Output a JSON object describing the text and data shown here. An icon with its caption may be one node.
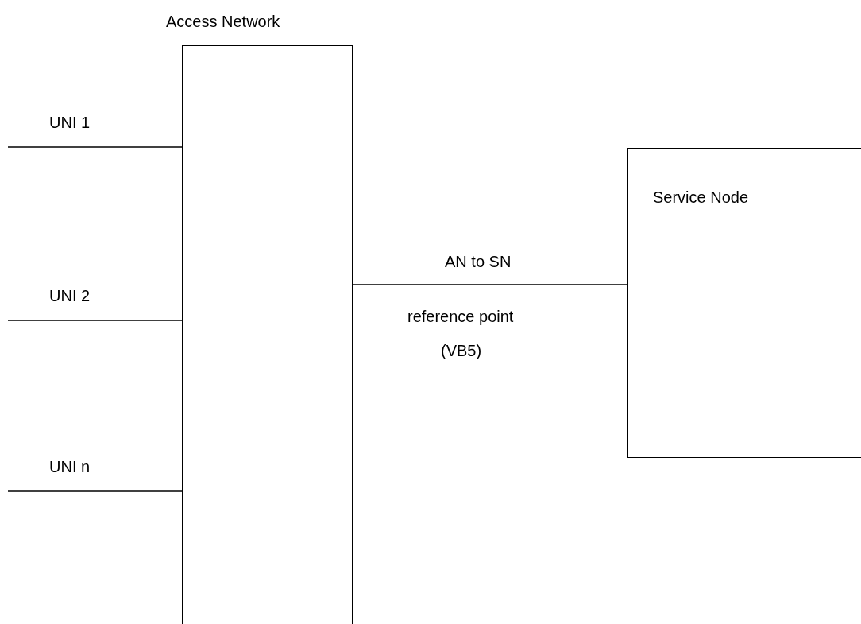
{
  "diagram": {
    "nodes": [
      {
        "text": [
          "Access Network"
        ]
      },
      {
        "text": [
          "Service Node"
        ]
      }
    ],
    "edges": [
      {
        "from": null,
        "to": 0,
        "arrow": "none",
        "label": "UNI 1"
      },
      {
        "from": null,
        "to": 0,
        "arrow": "none",
        "label": "UNI 2"
      },
      {
        "from": null,
        "to": 0,
        "arrow": "none",
        "label": "UNI n"
      },
      {
        "from": 0,
        "to": 1,
        "arrow": "none",
        "label": "AN to SN"
      }
    ],
    "labels": [
      "reference point",
      "(VB5)"
    ]
  }
}
